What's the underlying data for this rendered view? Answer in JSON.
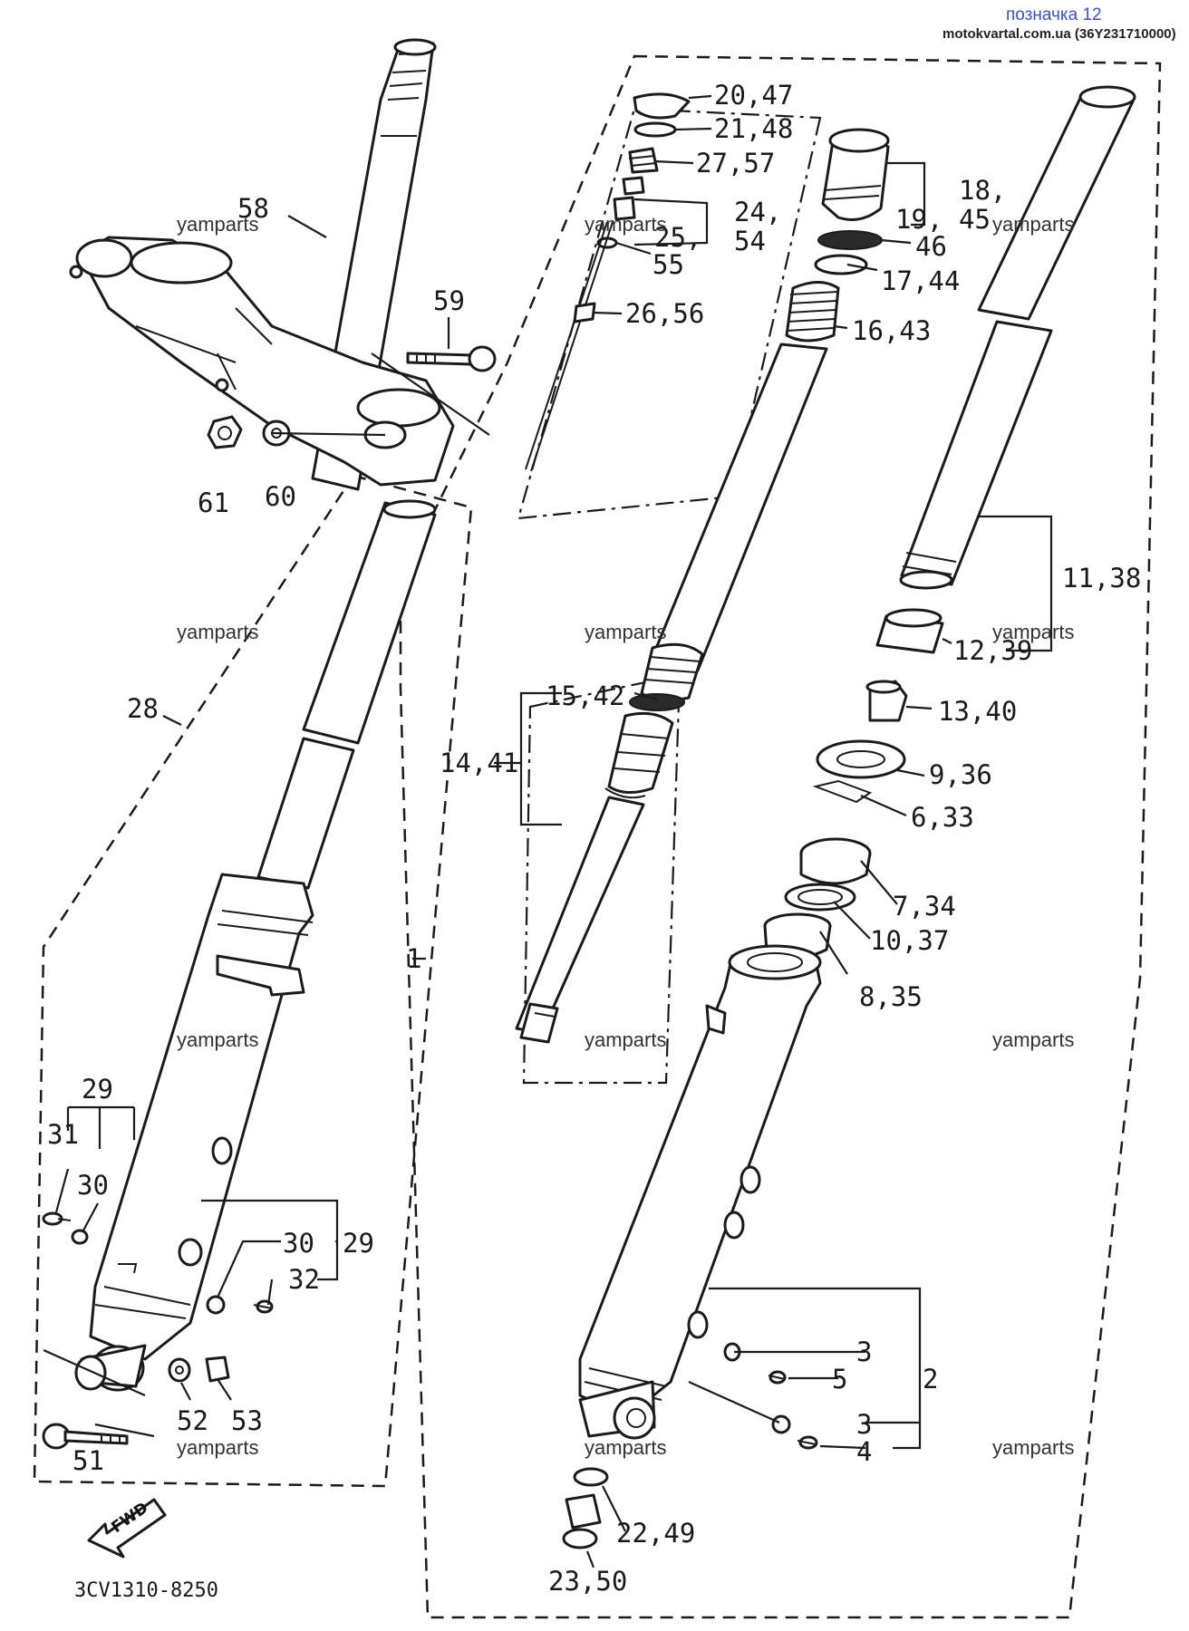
{
  "header": {
    "title": "позначка 12",
    "source": "motokvartal.com.ua (36Y231710000)"
  },
  "diagram_code": "3CV1310-8250",
  "forward_marker": "FWD",
  "watermark_text": "yamparts",
  "callouts": {
    "c58": "58",
    "c59": "59",
    "c61": "61",
    "c60": "60",
    "c28": "28",
    "c29a": "29",
    "c31": "31",
    "c30a": "30",
    "c30b": "30",
    "c29b": "29",
    "c32": "32",
    "c52": "52",
    "c53": "53",
    "c51": "51",
    "c2047": "20,47",
    "c2148": "21,48",
    "c2757": "27,57",
    "c2454a": "24,",
    "c2454b": "54",
    "c25": "25,",
    "c55": "55",
    "c2656": "26,56",
    "c1845a": "18,",
    "c1845b": "45",
    "c19": "19,",
    "c46": "46",
    "c1744": "17,44",
    "c1643": "16,43",
    "c1138": "11,38",
    "c1239": "12,39",
    "c1542": "15,42",
    "c1441": "14,41",
    "c1340": "13,40",
    "c936": "9,36",
    "c633": "6,33",
    "c734": "7,34",
    "c1037": "10,37",
    "c835": "8,35",
    "c1": "1",
    "c3a": "3",
    "c2": "2",
    "c5": "5",
    "c3b": "3",
    "c4": "4",
    "c2249": "22,49",
    "c2350": "23,50"
  }
}
